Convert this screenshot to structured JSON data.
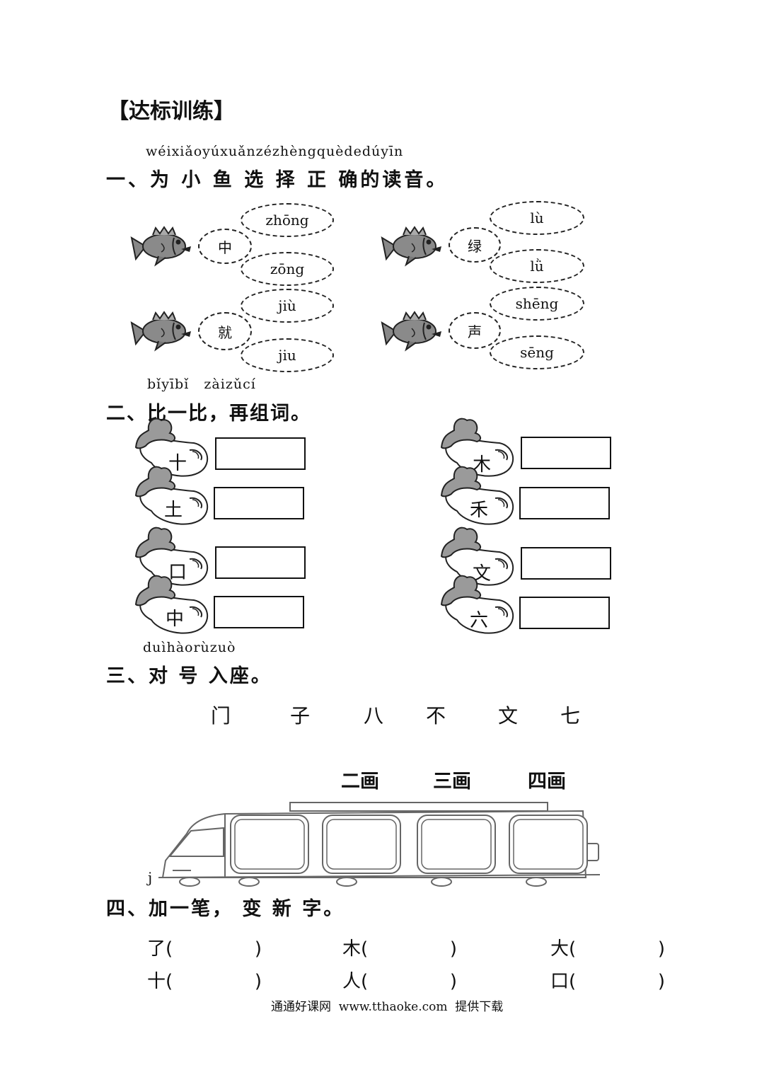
{
  "title": "【达标训练】",
  "section1": {
    "pinyin": "wéixiǎoyúxuǎnzézhèngquèdedúyīn",
    "heading": "一、为 小 鱼 选 择 正  确的读音。",
    "items": [
      {
        "char": "中",
        "options": [
          "zhōng",
          "zōng"
        ]
      },
      {
        "char": "绿",
        "options": [
          "lù",
          "lǜ"
        ]
      },
      {
        "char": "就",
        "options": [
          "jiù",
          "jiu"
        ]
      },
      {
        "char": "声",
        "options": [
          "shēng",
          "sēng"
        ]
      }
    ]
  },
  "section2": {
    "pinyin": "bǐyībǐ   zàizǔcí",
    "heading": "二、比一比，再组词。",
    "left": [
      "十",
      "土",
      "口",
      "中"
    ],
    "right": [
      "木",
      "禾",
      "文",
      "六"
    ]
  },
  "section3": {
    "pinyin": "duìhàorùzuò",
    "heading": "三、对 号 入座。",
    "chars": [
      "门",
      "子",
      "八",
      "不",
      "文",
      "七"
    ],
    "labels": [
      "二画",
      "三画",
      "四画"
    ],
    "stray": "j"
  },
  "section4": {
    "heading": "四、加一笔， 变 新 字。",
    "rows": [
      [
        "了(              )",
        "木(              )",
        "大(              )"
      ],
      [
        "十(              )",
        "人(              )",
        "口(              )"
      ]
    ]
  },
  "footer": "通通好课网  www.tthaoke.com  提供下载"
}
